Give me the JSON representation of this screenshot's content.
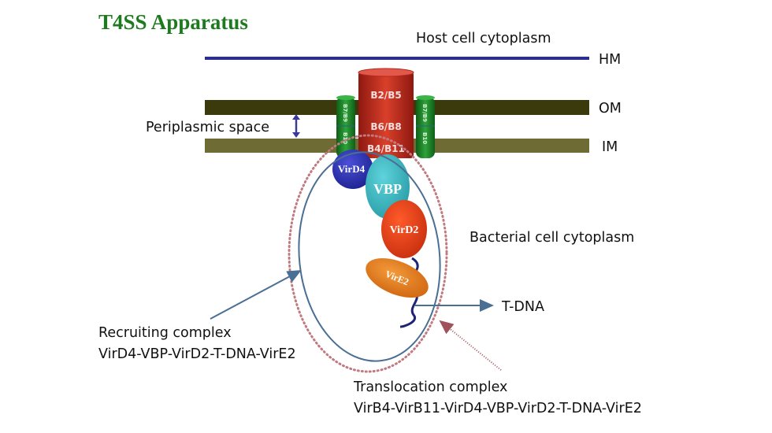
{
  "title": "T4SS Apparatus",
  "regions": {
    "host_cytoplasm": "Host cell cytoplasm",
    "bacterial_cytoplasm": "Bacterial cell cytoplasm",
    "periplasmic_space": "Periplasmic space"
  },
  "membranes": [
    {
      "label": "HM",
      "color": "#2a2f8f"
    },
    {
      "label": "OM",
      "color": "#3b3a0c"
    },
    {
      "label": "IM",
      "color": "#6f6b34"
    }
  ],
  "channel": {
    "core_labels": [
      "B2/B5",
      "B6/B8",
      "B4/B11"
    ],
    "side_labels_top": "B7/B9",
    "side_labels_bottom": "B10",
    "core_color": "#c62d1e",
    "side_color": "#1f8a2a"
  },
  "proteins": [
    {
      "label": "VirD4",
      "color": "#2f33b5"
    },
    {
      "label": "VBP",
      "color": "#3ab8c2"
    },
    {
      "label": "VirD2",
      "color": "#e8401c"
    },
    {
      "label": "VirE2",
      "color": "#e07a1a"
    }
  ],
  "annotations": {
    "tdna": "T-DNA",
    "recruiting_title": "Recruiting complex",
    "recruiting_members": "VirD4-VBP-VirD2-T-DNA-VirE2",
    "translocation_title": "Translocation complex",
    "translocation_members": "VirB4-VirB11-VirD4-VBP-VirD2-T-DNA-VirE2"
  }
}
